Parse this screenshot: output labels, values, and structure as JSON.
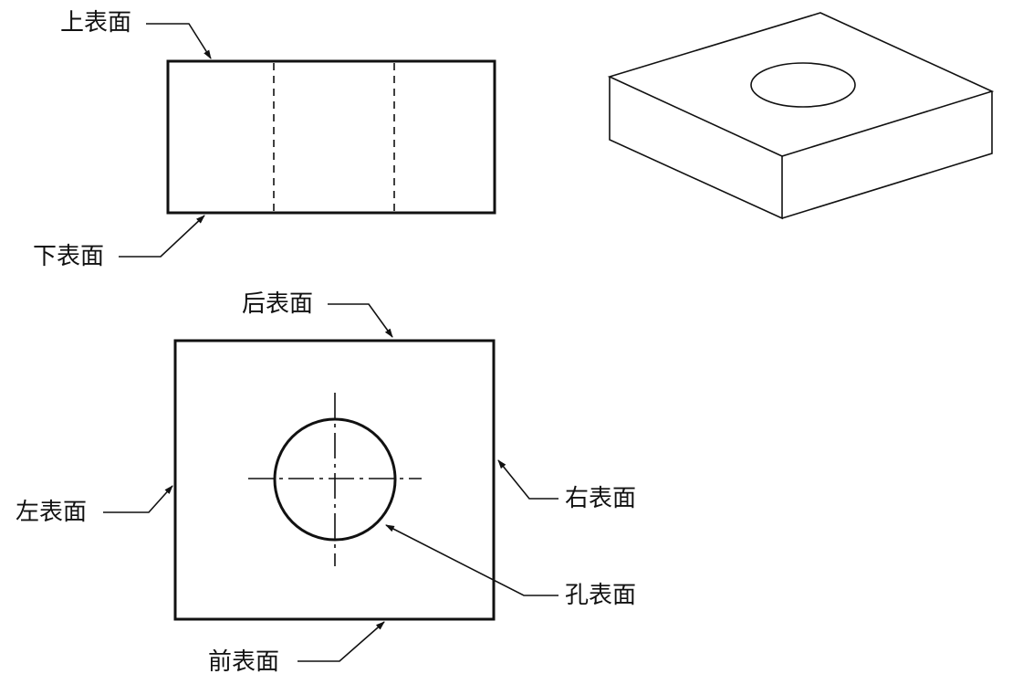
{
  "labels": {
    "top_surface": "上表面",
    "bottom_surface": "下表面",
    "back_surface": "后表面",
    "left_surface": "左表面",
    "right_surface": "右表面",
    "hole_surface": "孔表面",
    "front_surface": "前表面"
  }
}
